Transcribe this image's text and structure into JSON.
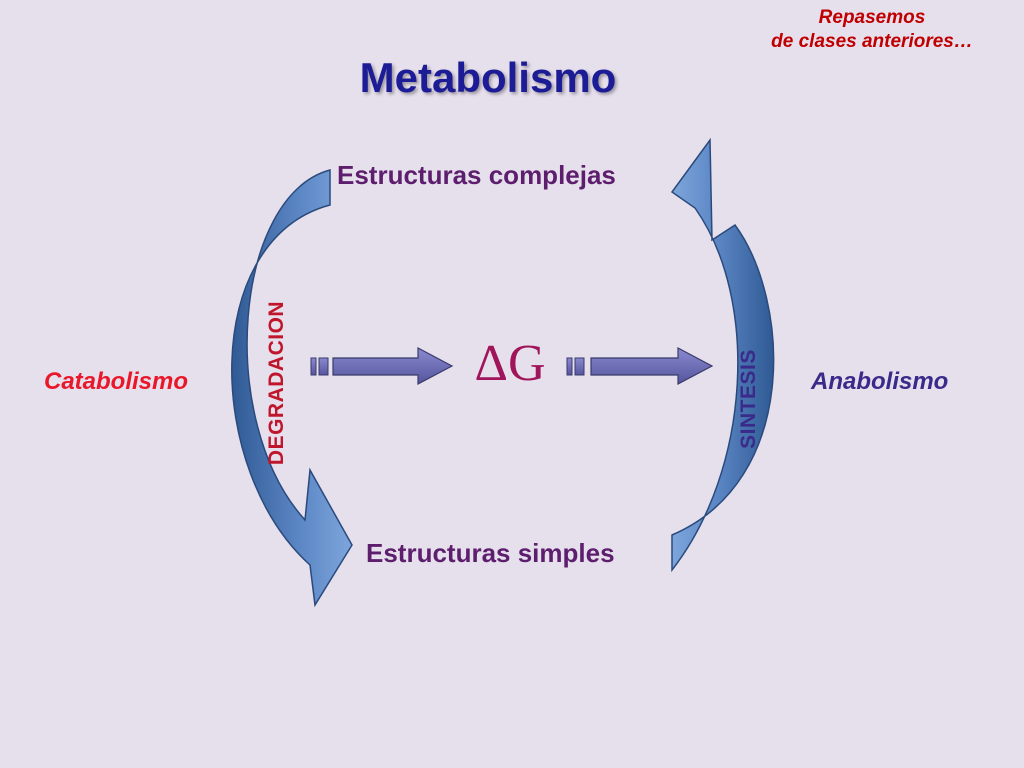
{
  "note": {
    "line1": "Repasemos",
    "line2": "de clases anteriores…"
  },
  "title": "Metabolismo",
  "nodes": {
    "complex": "Estructuras complejas",
    "simple": "Estructuras simples"
  },
  "processes": {
    "left": "Catabolismo",
    "right": "Anabolismo"
  },
  "arrow_labels": {
    "left": "DEGRADACION",
    "right": "SINTESIS"
  },
  "energy_symbol": "ΔG",
  "colors": {
    "background": "#e6dfec",
    "note": "#c00000",
    "title": "#1c1c96",
    "structures": "#5e1e6e",
    "catabolism": "#e8182a",
    "anabolism": "#3a2a8a",
    "degradation_label": "#c0162c",
    "synthesis_label": "#3a2a8a",
    "energy_symbol": "#a0155a",
    "curved_arrow": "#5b86c4",
    "flow_arrow": "#6a6ab2"
  }
}
